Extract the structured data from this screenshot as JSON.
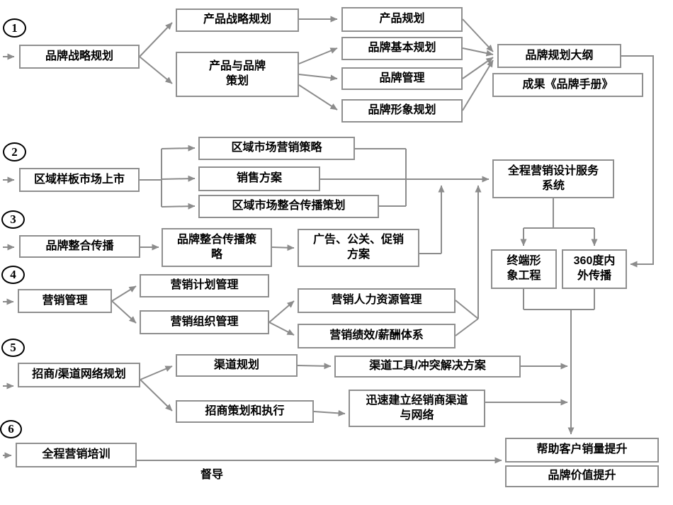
{
  "steps": [
    "1",
    "2",
    "3",
    "4",
    "5",
    "6"
  ],
  "nodes": {
    "brand_strategy": "品牌战略规划",
    "product_strategy": "产品战略规划",
    "product_brand_planning": "产品与品牌\n策划",
    "product_planning": "产品规划",
    "brand_basic_planning": "品牌基本规划",
    "brand_management": "品牌管理",
    "brand_image_planning": "品牌形象规划",
    "brand_planning_outline": "品牌规划大纲",
    "result_brand_manual": "成果《品牌手册》",
    "regional_market_launch": "区域样板市场上市",
    "regional_marketing_strategy": "区域市场营销策略",
    "sales_plan": "销售方案",
    "regional_integrated_comm": "区域市场整合传播策划",
    "full_marketing_design_system": "全程营销设计服务\n系统",
    "brand_integrated_comm": "品牌整合传播",
    "brand_integrated_comm_strategy": "品牌整合传播策\n略",
    "ad_pr_promotion": "广告、公关、促销\n方案",
    "terminal_image_project": "终端形\n象工程",
    "comm_360_inside_outside": "360度内\n外传播",
    "marketing_management": "营销管理",
    "marketing_plan_mgmt": "营销计划管理",
    "marketing_org_mgmt": "营销组织管理",
    "marketing_hr_mgmt": "营销人力资源管理",
    "marketing_performance_salary": "营销绩效/薪酬体系",
    "channel_network_planning": "招商/渠道网络规划",
    "channel_planning": "渠道规划",
    "channel_tools_conflict": "渠道工具/冲突解决方案",
    "investment_planning_execution": "招商策划和执行",
    "build_dealer_network": "迅速建立经销商渠道\n与网络",
    "full_marketing_training": "全程营销培训",
    "help_customer_sales_increase": "帮助客户销量提升",
    "brand_value_increase": "品牌价值提升"
  },
  "labels": {
    "supervision": "督导"
  },
  "colors": {
    "connector": "#8c8c8c",
    "box_border": "#8f8f8f",
    "text": "#000000",
    "background": "#ffffff"
  }
}
